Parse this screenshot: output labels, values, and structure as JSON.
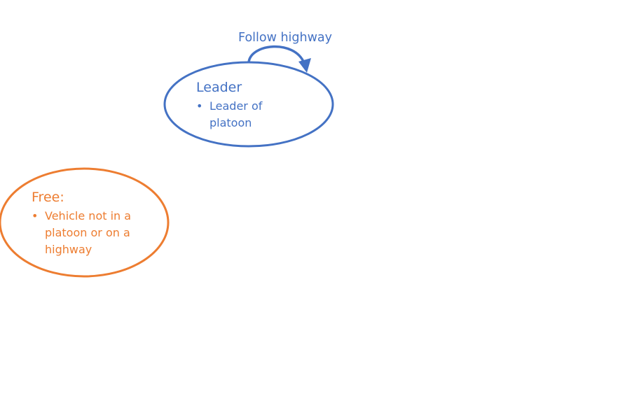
{
  "colors": {
    "leader": "#4472C4",
    "free": "#ED7D31",
    "background": "#FFFFFF"
  },
  "states": {
    "leader": {
      "title": "Leader",
      "bullets": [
        "Leader of platoon"
      ]
    },
    "free": {
      "title": "Free:",
      "bullets": [
        "Vehicle not in a platoon or on a highway"
      ]
    }
  },
  "transitions": {
    "follow_highway": {
      "label": "Follow highway"
    }
  }
}
